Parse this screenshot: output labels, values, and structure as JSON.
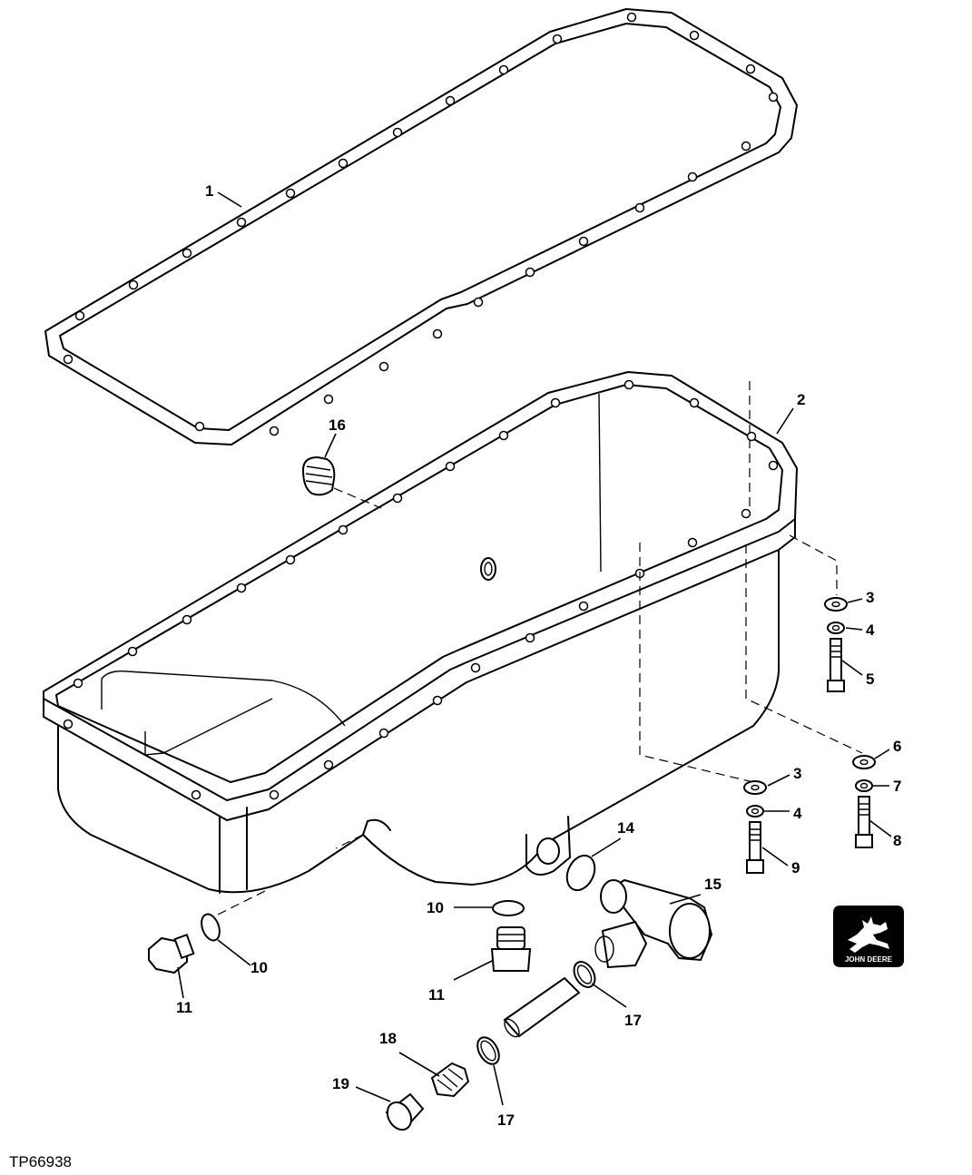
{
  "figure_id": "TP66938",
  "logo": {
    "text": "JOHN DEERE"
  },
  "callouts": {
    "c1": "1",
    "c2": "2",
    "c3a": "3",
    "c4a": "4",
    "c5": "5",
    "c6": "6",
    "c7": "7",
    "c8": "8",
    "c3b": "3",
    "c4b": "4",
    "c9": "9",
    "c10a": "10",
    "c11a": "11",
    "c10b": "10",
    "c11b": "11",
    "c14": "14",
    "c15": "15",
    "c16": "16",
    "c17a": "17",
    "c17b": "17",
    "c18": "18",
    "c19": "19"
  }
}
